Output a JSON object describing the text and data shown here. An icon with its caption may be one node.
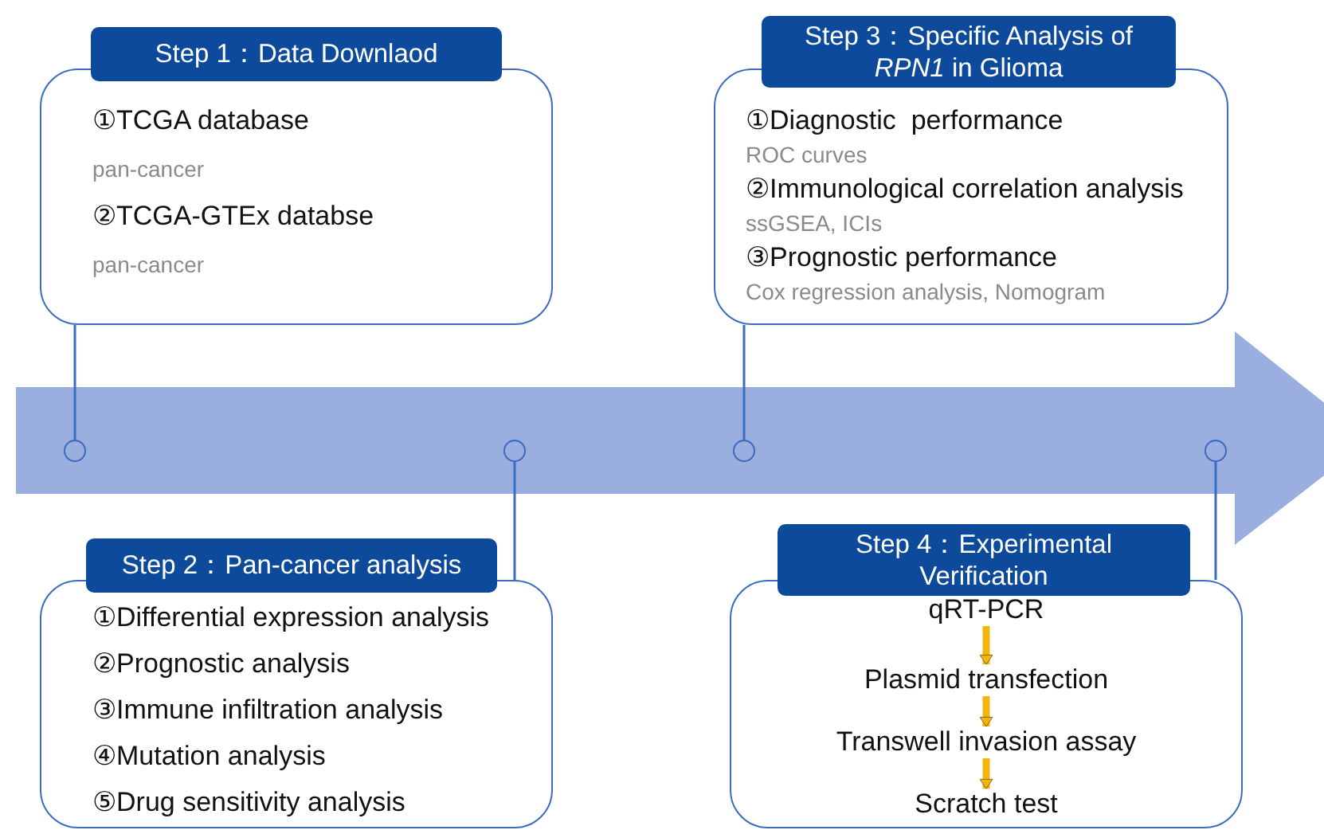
{
  "diagram": {
    "nodes": [
      {
        "text": [
          "Step 1：Data Downlaod",
          "①TCGA database",
          "pan-cancer",
          "②TCGA-GTEx databse",
          "pan-cancer"
        ]
      },
      {
        "text": [
          "Step 3：Specific Analysis of *RPN1* in Glioma",
          "①Diagnostic  performance",
          "ROC curves",
          "②Immunological correlation analysis",
          "ssGSEA, ICIs",
          "③Prognostic performance",
          "Cox regression analysis, Nomogram"
        ]
      },
      {
        "text": [],
        "shape": "circle"
      },
      {
        "text": [],
        "shape": "circle"
      },
      {
        "text": [],
        "shape": "circle"
      },
      {
        "text": [],
        "shape": "circle"
      },
      {
        "text": [
          "Step 2：Pan-cancer analysis",
          "①Differential expression analysis",
          "②Prognostic analysis",
          "③Immune infiltration analysis",
          "④Mutation analysis",
          "⑤Drug sensitivity analysis"
        ]
      },
      {
        "text": [
          "Step 4：Experimental Verification"
        ]
      },
      {
        "text": [
          "qRT-PCR"
        ],
        "in": 7
      },
      {
        "text": [
          "Plasmid transfection"
        ],
        "in": 7
      },
      {
        "text": [
          "Transwell invasion assay"
        ],
        "in": 7
      },
      {
        "text": [
          "Scratch test"
        ],
        "in": 7
      }
    ],
    "edges": [
      {
        "from": 0,
        "to": 2,
        "arrow": "none"
      },
      {
        "from": 1,
        "to": 4,
        "arrow": "none"
      },
      {
        "from": 6,
        "to": 3,
        "arrow": "none"
      },
      {
        "from": 7,
        "to": 5,
        "arrow": "none"
      },
      {
        "from": 8,
        "to": 9,
        "arrow": "to",
        "style": "thick",
        "color": "#f2b50c"
      },
      {
        "from": 9,
        "to": 10,
        "arrow": "to",
        "style": "thick",
        "color": "#f2b50c"
      },
      {
        "from": 10,
        "to": 11,
        "arrow": "to",
        "style": "thick",
        "color": "#f2b50c"
      }
    ]
  }
}
